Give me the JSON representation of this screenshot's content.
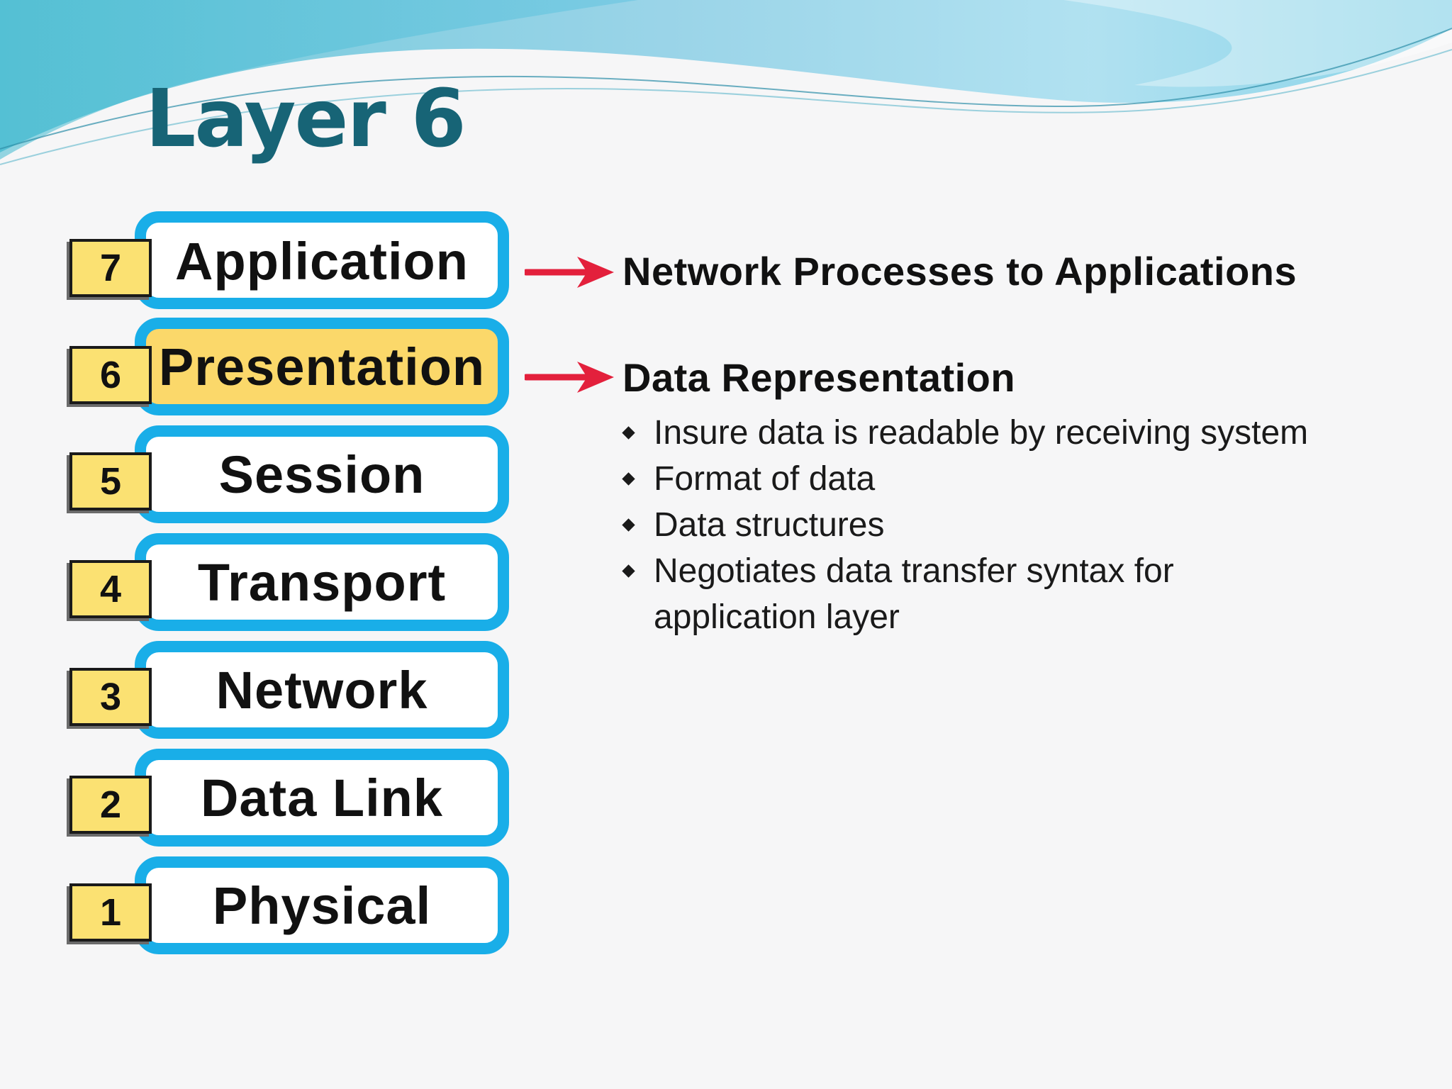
{
  "slide": {
    "title": "Layer 6"
  },
  "osi_layers": [
    {
      "number": "7",
      "name": "Application",
      "highlighted": false
    },
    {
      "number": "6",
      "name": "Presentation",
      "highlighted": true
    },
    {
      "number": "5",
      "name": "Session",
      "highlighted": false
    },
    {
      "number": "4",
      "name": "Transport",
      "highlighted": false
    },
    {
      "number": "3",
      "name": "Network",
      "highlighted": false
    },
    {
      "number": "2",
      "name": "Data Link",
      "highlighted": false
    },
    {
      "number": "1",
      "name": "Physical",
      "highlighted": false
    }
  ],
  "descriptions": {
    "application": "Network Processes to Applications",
    "presentation": "Data Representation"
  },
  "presentation_bullets": [
    "Insure data is readable by receiving system",
    "Format of data",
    "Data structures",
    "Negotiates data transfer syntax for application layer"
  ],
  "colors": {
    "title": "#176476",
    "layer_border": "#19aee8",
    "highlight_fill": "#fbd86a",
    "number_tag_fill": "#fbe172",
    "arrow": "#e3203c"
  }
}
